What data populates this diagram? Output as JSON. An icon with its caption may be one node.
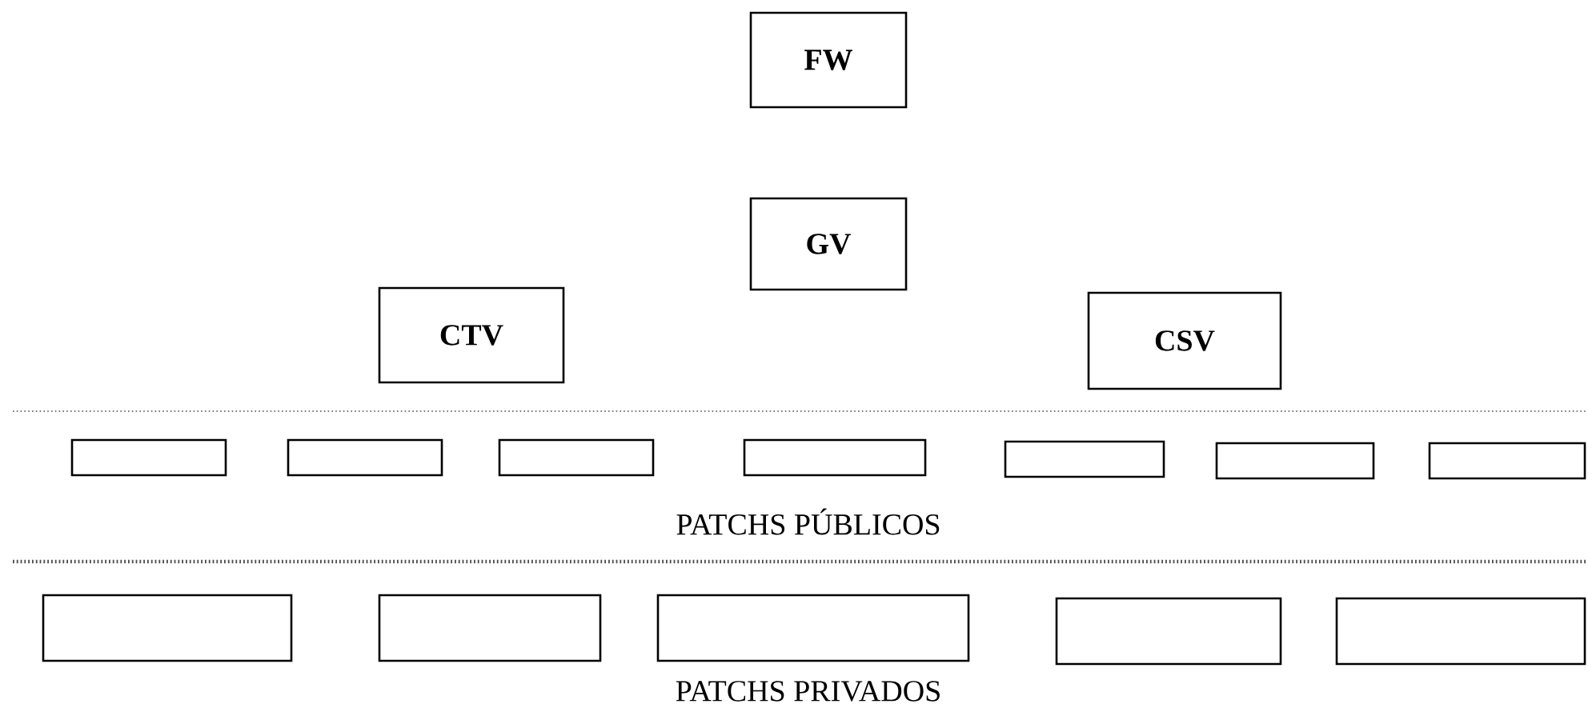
{
  "diagram": {
    "nodes": [
      {
        "text": [
          "FW"
        ]
      },
      {
        "text": [
          "GV"
        ]
      },
      {
        "text": [
          "CTV"
        ]
      },
      {
        "text": [
          "CSV"
        ]
      },
      {
        "text": [],
        "shape": "box"
      },
      {
        "text": [],
        "shape": "box"
      },
      {
        "text": [],
        "shape": "box"
      },
      {
        "text": [],
        "shape": "box"
      },
      {
        "text": [],
        "shape": "box"
      },
      {
        "text": [],
        "shape": "box"
      },
      {
        "text": [],
        "shape": "box"
      },
      {
        "text": [],
        "shape": "box"
      },
      {
        "text": [],
        "shape": "box"
      },
      {
        "text": [],
        "shape": "box"
      },
      {
        "text": [],
        "shape": "box"
      },
      {
        "text": [],
        "shape": "box"
      }
    ],
    "edges": [],
    "labels": [
      "PATCHS PÚBLICOS",
      "PATCHS PRIVADOS"
    ]
  }
}
